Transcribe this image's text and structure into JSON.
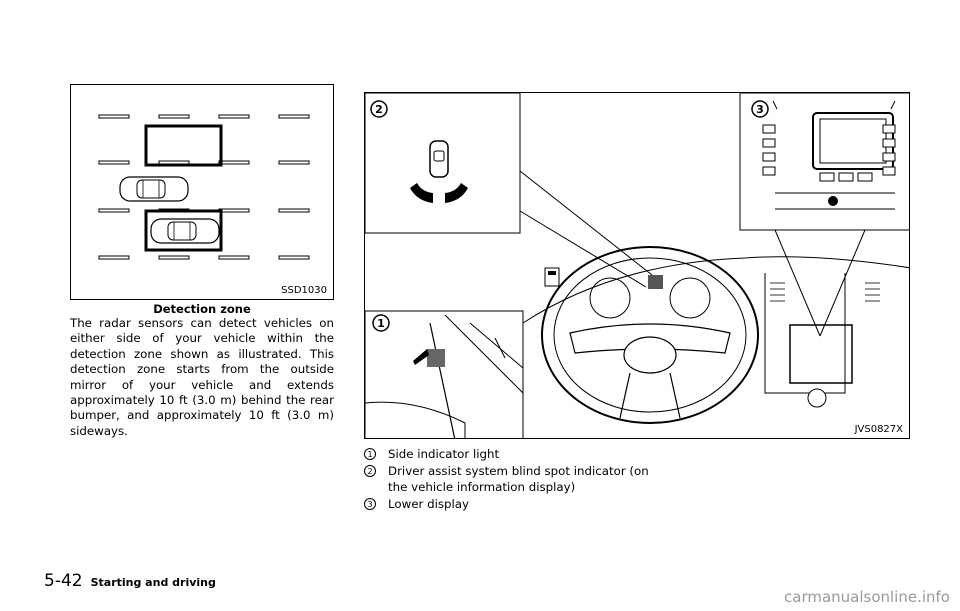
{
  "figure1": {
    "code": "SSD1030",
    "caption": "Detection zone"
  },
  "paragraph": "The radar sensors can detect vehicles on either side of your vehicle within the detection zone shown as illustrated. This detection zone starts from the outside mirror of your vehicle and extends approximately 10 ft (3.0 m) behind the rear bumper, and approximately 10 ft (3.0 m) sideways.",
  "figure2": {
    "code": "JVS0827X",
    "callouts": [
      "1",
      "2",
      "3"
    ]
  },
  "legend": [
    {
      "num": "1",
      "text": "Side indicator light"
    },
    {
      "num": "2",
      "text": "Driver assist system blind spot indicator (on the vehicle information display)"
    },
    {
      "num": "3",
      "text": "Lower display"
    }
  ],
  "footer": {
    "page": "5-42",
    "section": "Starting and driving"
  },
  "watermark": "carmanualsonline.info"
}
